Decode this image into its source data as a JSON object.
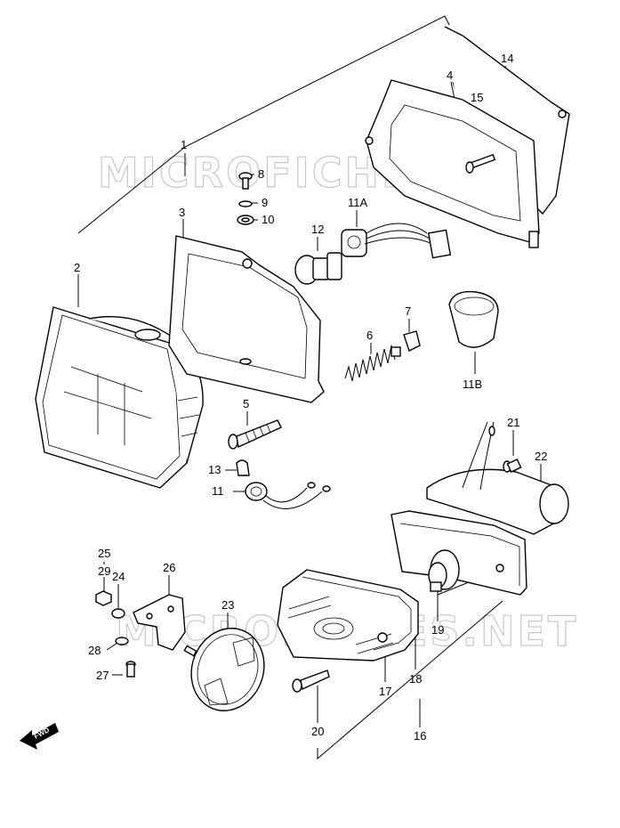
{
  "watermark": "MICROFICHES.NET",
  "fwd_label": "FWD",
  "callouts": [
    "1",
    "2",
    "3",
    "4",
    "5",
    "6",
    "7",
    "8",
    "9",
    "10",
    "11",
    "11A",
    "11B",
    "12",
    "13",
    "14",
    "15",
    "16",
    "17",
    "18",
    "19",
    "20",
    "21",
    "22",
    "23",
    "24",
    "25",
    "26",
    "27",
    "28",
    "29"
  ]
}
